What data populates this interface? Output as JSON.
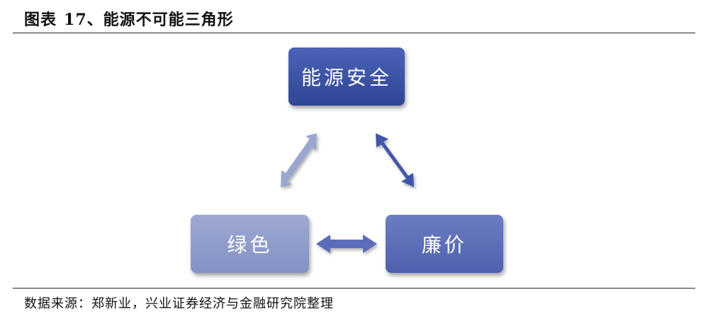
{
  "title": {
    "label": "图表",
    "number": "17、能源不可能三角形"
  },
  "nodes": {
    "security": "能源安全",
    "green": "绿色",
    "cheap": "廉价"
  },
  "source": "数据来源：郑新业，兴业证券经济与金融研究院整理",
  "colors": {
    "security": "#3a51a6",
    "green": "#8f9bca",
    "cheap": "#5a6bb6",
    "arrow_left": "#9aa6d0",
    "arrow_right": "#3f55a8",
    "arrow_bottom": "#5b6cb8"
  }
}
